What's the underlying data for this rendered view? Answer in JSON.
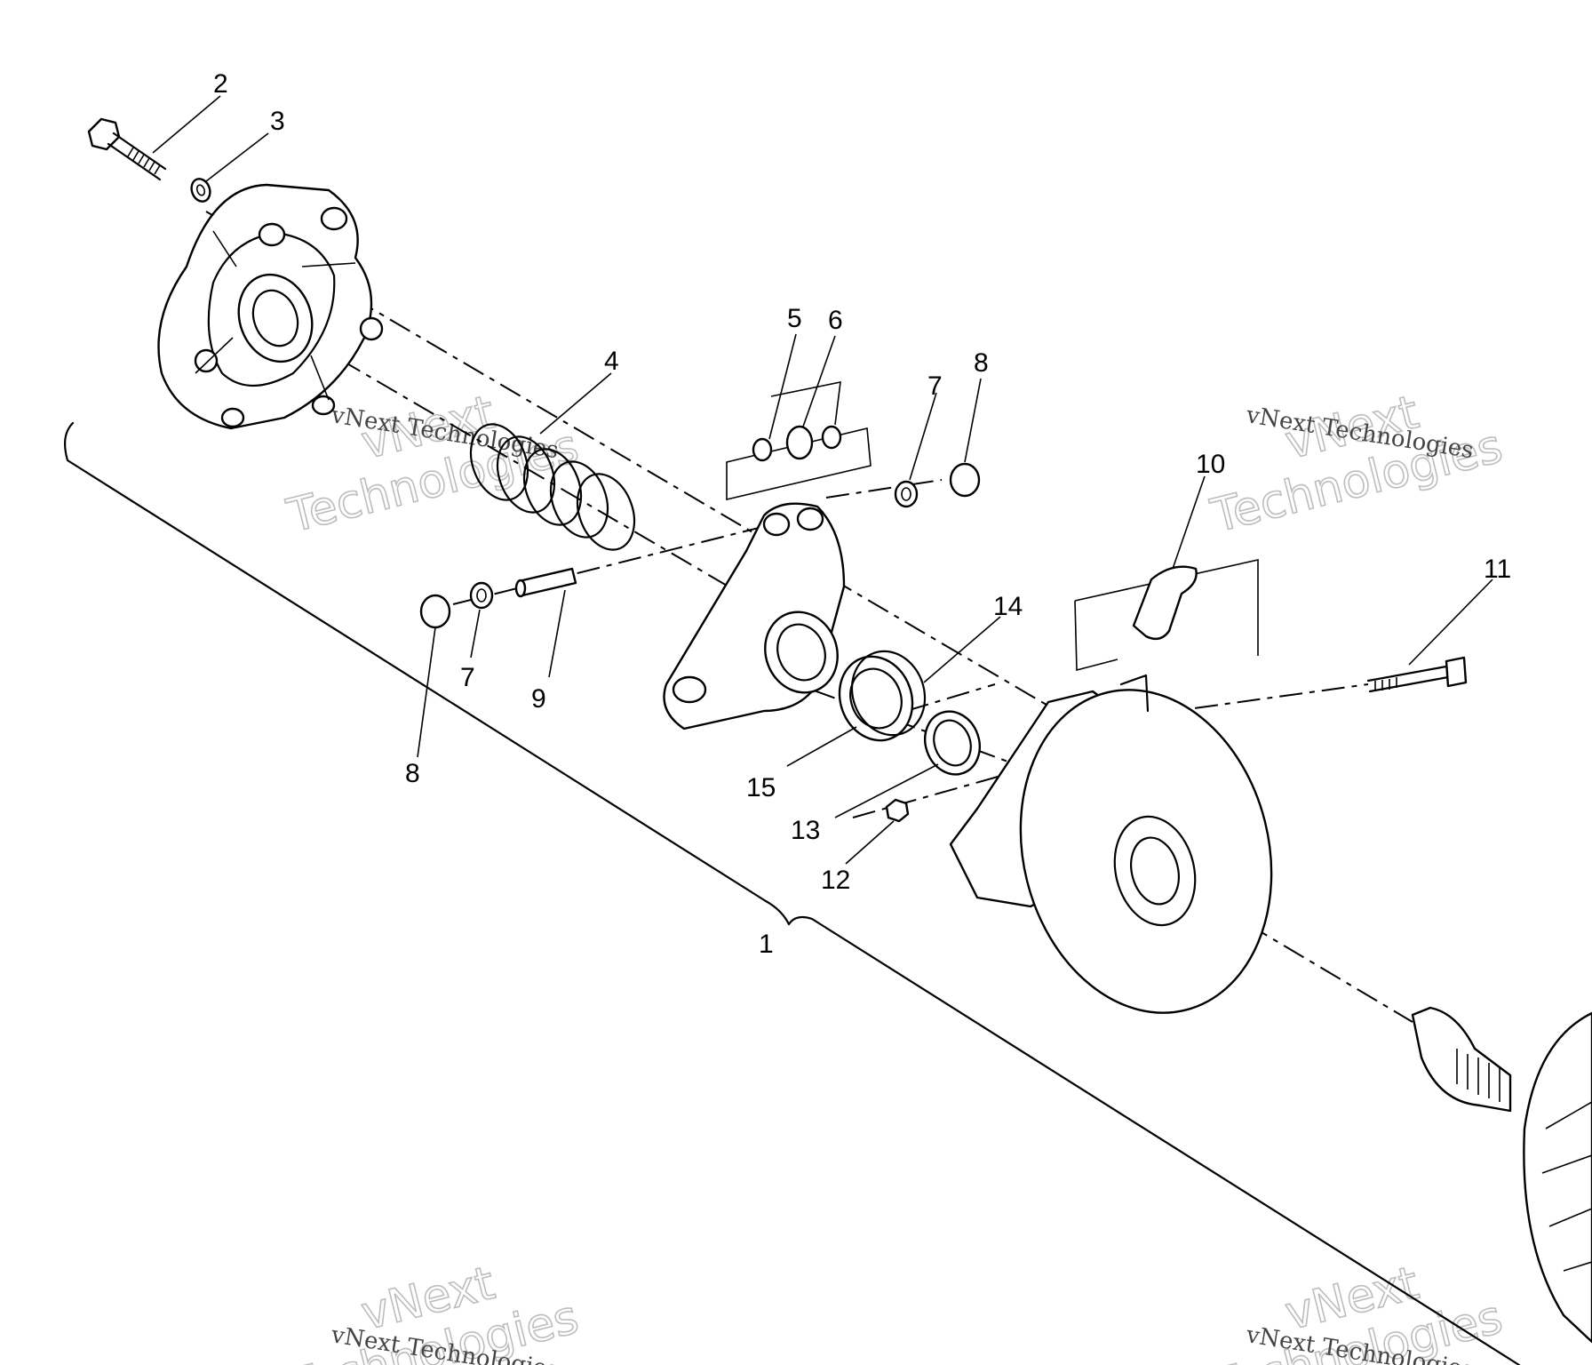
{
  "watermark": {
    "line1": "vNext",
    "line2": "Technologies",
    "caption": "vNext Technologies"
  },
  "callouts": {
    "c1": "1",
    "c2": "2",
    "c3": "3",
    "c4": "4",
    "c5": "5",
    "c6": "6",
    "c7a": "7",
    "c7b": "7",
    "c8a": "8",
    "c8b": "8",
    "c9": "9",
    "c10": "10",
    "c11": "11",
    "c12": "12",
    "c13": "13",
    "c14": "14",
    "c15": "15"
  }
}
